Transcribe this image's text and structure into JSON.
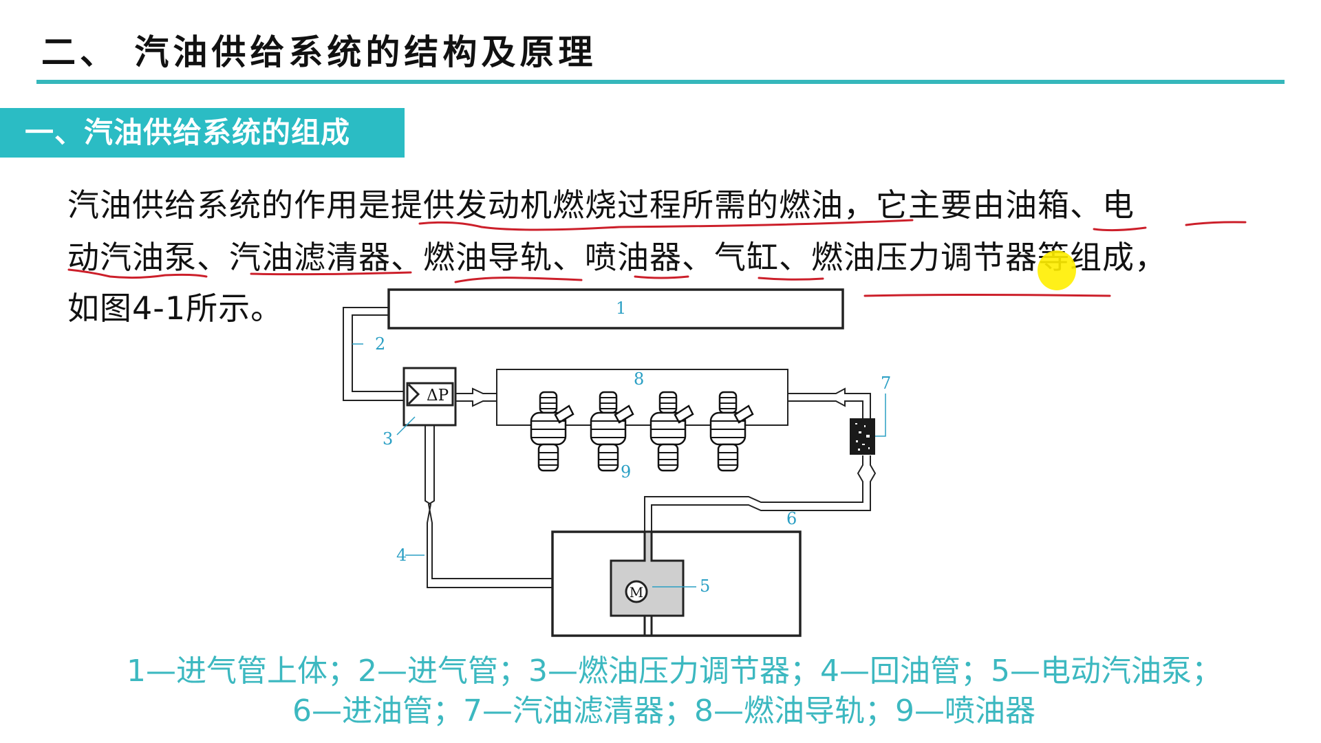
{
  "slide": {
    "title": "二、  汽油供给系统的结构及原理",
    "section_heading": "一、汽油供给系统的组成",
    "accent_color": "#35b7bb",
    "annotation_color": "#cc1f2a",
    "pointer_color": "#ffee00"
  },
  "body": {
    "line1": "汽油供给系统的作用是提供发动机燃烧过程所需的燃油，它主要由油箱、电",
    "line2": "动汽油泵、汽油滤清器、燃油导轨、喷油器、气缸、燃油压力调节器等组成，",
    "line3": "如图4-1所示。",
    "underlined_phrases": [
      "提供发动机燃烧过程所需的燃油",
      "油箱",
      "电动汽油泵",
      "汽油滤清器",
      "燃油导轨",
      "喷油器",
      "气缸",
      "燃油压力调节器"
    ]
  },
  "diagram": {
    "figure_ref": "图4-1",
    "labels": {
      "l1": "1",
      "l2": "2",
      "l3": "3",
      "l4": "4",
      "l5": "5",
      "l6": "6",
      "l7": "7",
      "l8": "8",
      "l9": "9"
    },
    "regulator_symbol": "ΔP",
    "motor_symbol": "M",
    "injector_count": 4
  },
  "caption": {
    "line1": "1—进气管上体；2—进气管；3—燃油压力调节器；4—回油管；5—电动汽油泵；",
    "line2": "6—进油管；7—汽油滤清器；8—燃油导轨；9—喷油器",
    "items": [
      {
        "num": "1",
        "name": "进气管上体"
      },
      {
        "num": "2",
        "name": "进气管"
      },
      {
        "num": "3",
        "name": "燃油压力调节器"
      },
      {
        "num": "4",
        "name": "回油管"
      },
      {
        "num": "5",
        "name": "电动汽油泵"
      },
      {
        "num": "6",
        "name": "进油管"
      },
      {
        "num": "7",
        "name": "汽油滤清器"
      },
      {
        "num": "8",
        "name": "燃油导轨"
      },
      {
        "num": "9",
        "name": "喷油器"
      }
    ]
  }
}
